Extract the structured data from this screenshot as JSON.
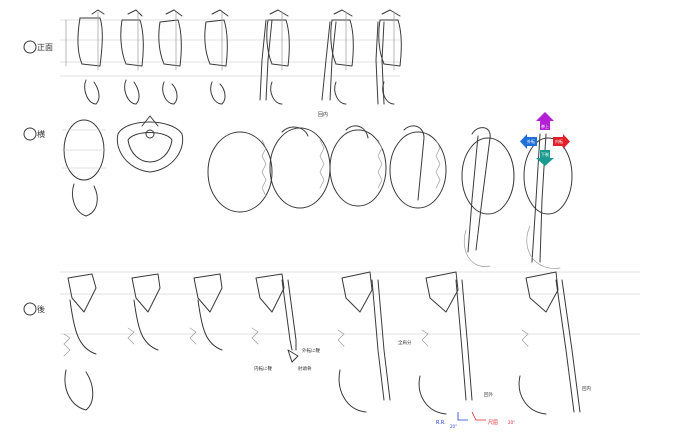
{
  "rows": [
    {
      "id": "front",
      "label": "正面"
    },
    {
      "id": "side",
      "label": "横"
    },
    {
      "id": "back",
      "label": "後"
    }
  ],
  "annotations": {
    "front_caption": "回内",
    "back_outward": "外転に鞭",
    "back_inward": "内転に鞭",
    "back_elbow": "肘頭骨",
    "back_rotate": "全肩分",
    "back_rot2": "回外",
    "back_rot3": "回内",
    "back_radial": "R.R.",
    "back_radial_deg": "20°",
    "back_ulnar": "尺屈",
    "back_ulnar_deg": "20°"
  },
  "arrows": {
    "up": {
      "label": "挙上",
      "color": "#b21fd4"
    },
    "down": {
      "label": "下制",
      "color": "#1a9a90"
    },
    "left": {
      "label": "外転",
      "color": "#1f6fd6"
    },
    "right": {
      "label": "内転",
      "color": "#e0202a"
    }
  }
}
